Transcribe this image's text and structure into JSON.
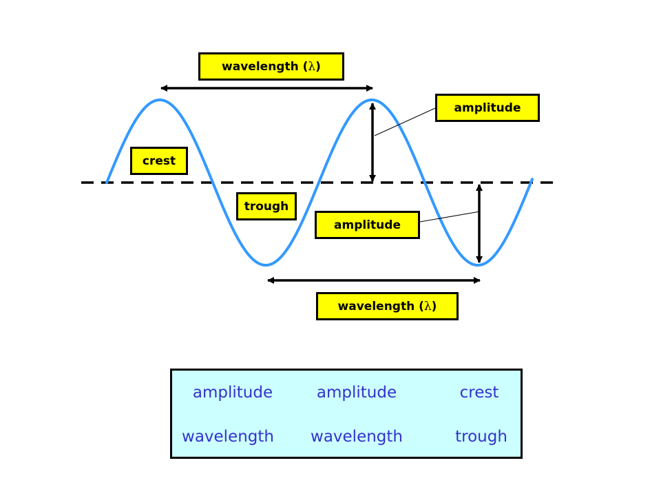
{
  "colors": {
    "wave": "#3399ff",
    "label_fill": "#ffff00",
    "bank_fill": "#ccffff",
    "bank_text": "#3333cc",
    "line": "#000000"
  },
  "labels": {
    "wavelength_top": {
      "text": "wavelength (",
      "symbol": "λ",
      "close": ")"
    },
    "amplitude_right": "amplitude",
    "crest": "crest",
    "trough": "trough",
    "amplitude_middle": "amplitude",
    "wavelength_bottom": {
      "text": "wavelength (",
      "symbol": "λ",
      "close": ")"
    }
  },
  "word_bank": {
    "row1": [
      "amplitude",
      "amplitude",
      "crest"
    ],
    "row2": [
      "wavelength",
      "wavelength",
      "trough"
    ]
  }
}
